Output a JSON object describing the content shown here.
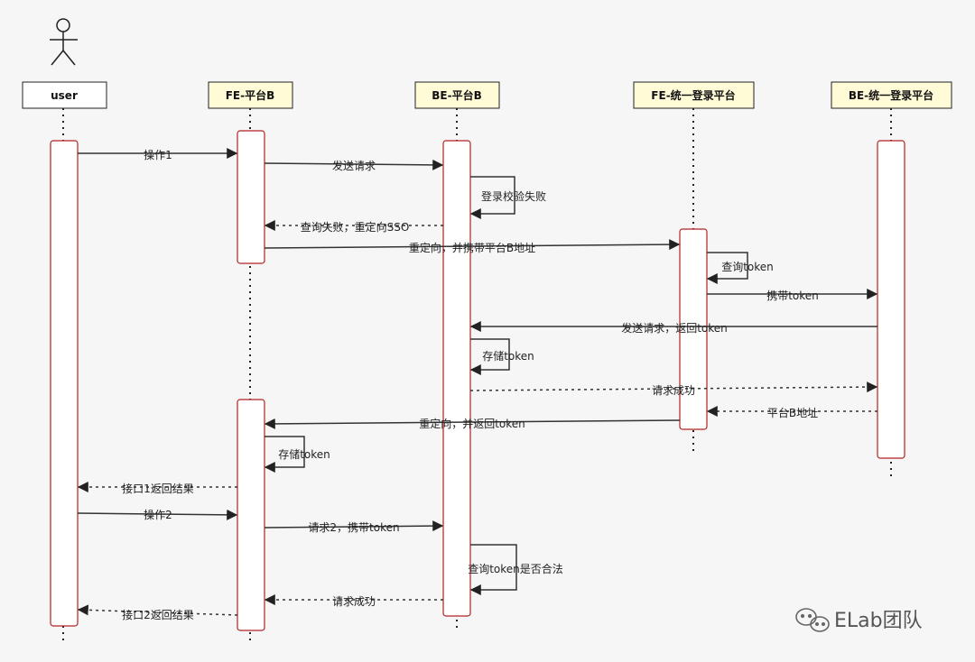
{
  "participants": [
    {
      "id": "user",
      "label": "user",
      "fill": "#ffffff"
    },
    {
      "id": "feb",
      "label": "FE-平台B",
      "fill": "#fffbd6"
    },
    {
      "id": "beb",
      "label": "BE-平台B",
      "fill": "#fffbd6"
    },
    {
      "id": "fesso",
      "label": "FE-统一登录平台",
      "fill": "#fffbd6"
    },
    {
      "id": "besso",
      "label": "BE-统一登录平台",
      "fill": "#fffbd6"
    }
  ],
  "messages": [
    {
      "id": "m1",
      "label": "操作1"
    },
    {
      "id": "m2",
      "label": "发送请求"
    },
    {
      "id": "m3",
      "label": "登录校验失败"
    },
    {
      "id": "m4",
      "label": "查询失败，重定向SSO"
    },
    {
      "id": "m5",
      "label": "重定向，并携带平台B地址"
    },
    {
      "id": "m6",
      "label": "查询token"
    },
    {
      "id": "m7",
      "label": "携带token"
    },
    {
      "id": "m8",
      "label": "发送请求，返回token"
    },
    {
      "id": "m9",
      "label": "存储token"
    },
    {
      "id": "m10",
      "label": "请求成功"
    },
    {
      "id": "m11",
      "label": "平台B地址"
    },
    {
      "id": "m12",
      "label": "重定向，并返回token"
    },
    {
      "id": "m13",
      "label": "存储token"
    },
    {
      "id": "m14",
      "label": "接口1返回结果"
    },
    {
      "id": "m15",
      "label": "操作2"
    },
    {
      "id": "m16",
      "label": "请求2，携带token"
    },
    {
      "id": "m17",
      "label": "查询token是否合法"
    },
    {
      "id": "m18",
      "label": "请求成功"
    },
    {
      "id": "m19",
      "label": "接口2返回结果"
    }
  ],
  "watermark": "ELab团队",
  "colors": {
    "activation_border": "#b22222",
    "line": "#333333",
    "background": "#f6f6f6"
  }
}
